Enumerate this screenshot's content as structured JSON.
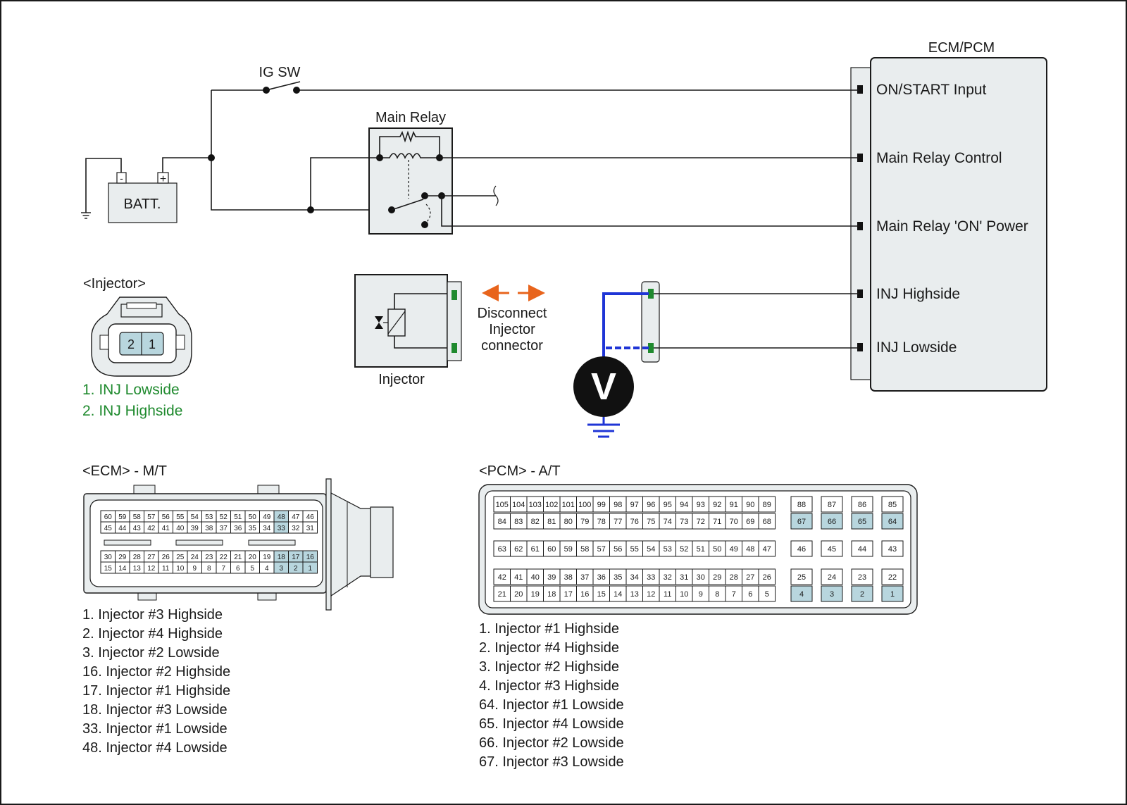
{
  "ecm_block": {
    "title": "ECM/PCM",
    "pins": [
      "ON/START Input",
      "Main Relay Control",
      "Main Relay 'ON' Power",
      "INJ Highside",
      "INJ Lowside"
    ]
  },
  "circuit": {
    "ig_sw": "IG SW",
    "main_relay": "Main Relay",
    "battery": "BATT.",
    "battery_minus": "-",
    "battery_plus": "+",
    "injector_label": "Injector",
    "disconnect_lines": [
      "Disconnect",
      "Injector",
      "connector"
    ],
    "voltmeter": "V"
  },
  "injector_connector": {
    "title": "<Injector>",
    "pins": [
      "2",
      "1"
    ],
    "legend": [
      "1. INJ Lowside",
      "2. INJ Highside"
    ],
    "legend_color": "#1f8a2e"
  },
  "ecm_connector": {
    "title": "<ECM> - M/T",
    "row1": [
      "60",
      "59",
      "58",
      "57",
      "56",
      "55",
      "54",
      "53",
      "52",
      "51",
      "50",
      "49",
      "48",
      "47",
      "46"
    ],
    "row2": [
      "45",
      "44",
      "43",
      "42",
      "41",
      "40",
      "39",
      "38",
      "37",
      "36",
      "35",
      "34",
      "33",
      "32",
      "31"
    ],
    "row3": [
      "30",
      "29",
      "28",
      "27",
      "26",
      "25",
      "24",
      "23",
      "22",
      "21",
      "20",
      "19",
      "18",
      "17",
      "16"
    ],
    "row4": [
      "15",
      "14",
      "13",
      "12",
      "11",
      "10",
      "9",
      "8",
      "7",
      "6",
      "5",
      "4",
      "3",
      "2",
      "1"
    ],
    "highlight": [
      "48",
      "33",
      "18",
      "17",
      "16",
      "3",
      "2",
      "1"
    ],
    "legend": [
      "1. Injector #3 Highside",
      "2. Injector #4 Highside",
      "3. Injector #2 Lowside",
      "16. Injector #2 Highside",
      "17. Injector #1 Highside",
      "18. Injector #3 Lowside",
      "33. Injector #1 Lowside",
      "48. Injector #4 Lowside"
    ]
  },
  "pcm_connector": {
    "title": "<PCM> - A/T",
    "rowA": [
      "105",
      "104",
      "103",
      "102",
      "101",
      "100",
      "99",
      "98",
      "97",
      "96",
      "95",
      "94",
      "93",
      "92",
      "91",
      "90",
      "89"
    ],
    "rowB": [
      "84",
      "83",
      "82",
      "81",
      "80",
      "79",
      "78",
      "77",
      "76",
      "75",
      "74",
      "73",
      "72",
      "71",
      "70",
      "69",
      "68"
    ],
    "rowC": [
      "63",
      "62",
      "61",
      "60",
      "59",
      "58",
      "57",
      "56",
      "55",
      "54",
      "53",
      "52",
      "51",
      "50",
      "49",
      "48",
      "47"
    ],
    "rowD": [
      "42",
      "41",
      "40",
      "39",
      "38",
      "37",
      "36",
      "35",
      "34",
      "33",
      "32",
      "31",
      "30",
      "29",
      "28",
      "27",
      "26"
    ],
    "rowE": [
      "21",
      "20",
      "19",
      "18",
      "17",
      "16",
      "15",
      "14",
      "13",
      "12",
      "11",
      "10",
      "9",
      "8",
      "7",
      "6",
      "5"
    ],
    "sideA": [
      "88",
      "87",
      "86",
      "85"
    ],
    "sideB": [
      "67",
      "66",
      "65",
      "64"
    ],
    "sideC": [
      "46",
      "45",
      "44",
      "43"
    ],
    "sideD": [
      "25",
      "24",
      "23",
      "22"
    ],
    "sideE": [
      "4",
      "3",
      "2",
      "1"
    ],
    "highlight": [
      "67",
      "66",
      "65",
      "64",
      "4",
      "3",
      "2",
      "1"
    ],
    "legend": [
      "1. Injector #1 Highside",
      "2. Injector #4 Highside",
      "3. Injector #2 Highside",
      "4. Injector #3 Highside",
      "64. Injector #1 Lowside",
      "65. Injector #4 Lowside",
      "66. Injector #2 Lowside",
      "67. Injector #3 Lowside"
    ]
  },
  "colors": {
    "pin_highlight": "#b8d6de",
    "connector_fill": "#e9edee",
    "probe_blue": "#1f35d6",
    "arrow_orange": "#e8641c",
    "terminal_green": "#1f8a2e"
  }
}
